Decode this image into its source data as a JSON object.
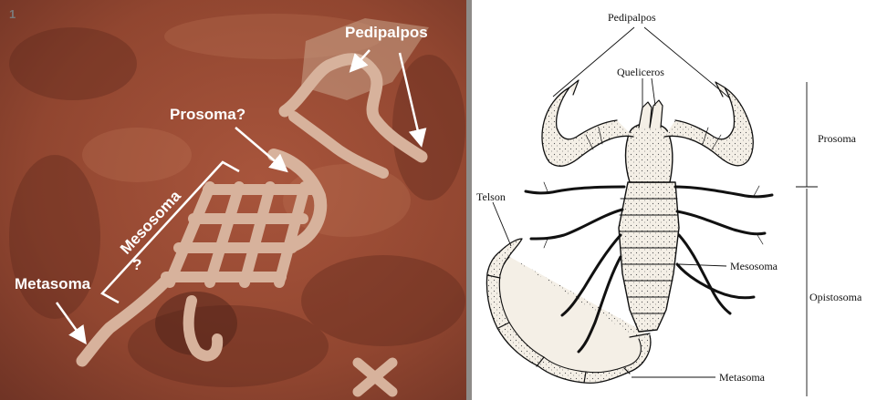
{
  "panel_badge": "1",
  "photo_labels": {
    "pedipalps": "Pedipalpos",
    "prosoma": "Prosoma?",
    "mesosoma": "Mesosoma",
    "mesosoma_question": "?",
    "metasoma": "Metasoma",
    "mark": "X"
  },
  "drawing_labels": {
    "pedipalps": "Pedipalpos",
    "chelicerae": "Queliceros",
    "telson": "Telson",
    "mesosoma": "Mesosoma",
    "metasoma": "Metasoma",
    "prosoma": "Prosoma",
    "opistosoma": "Opistosoma"
  },
  "colors": {
    "rock_base": "#9a4a34",
    "rock_dark": "#6a2f22",
    "petroglyph": "#d7b29c",
    "label_text": "#ffffff",
    "ink": "#111111"
  }
}
